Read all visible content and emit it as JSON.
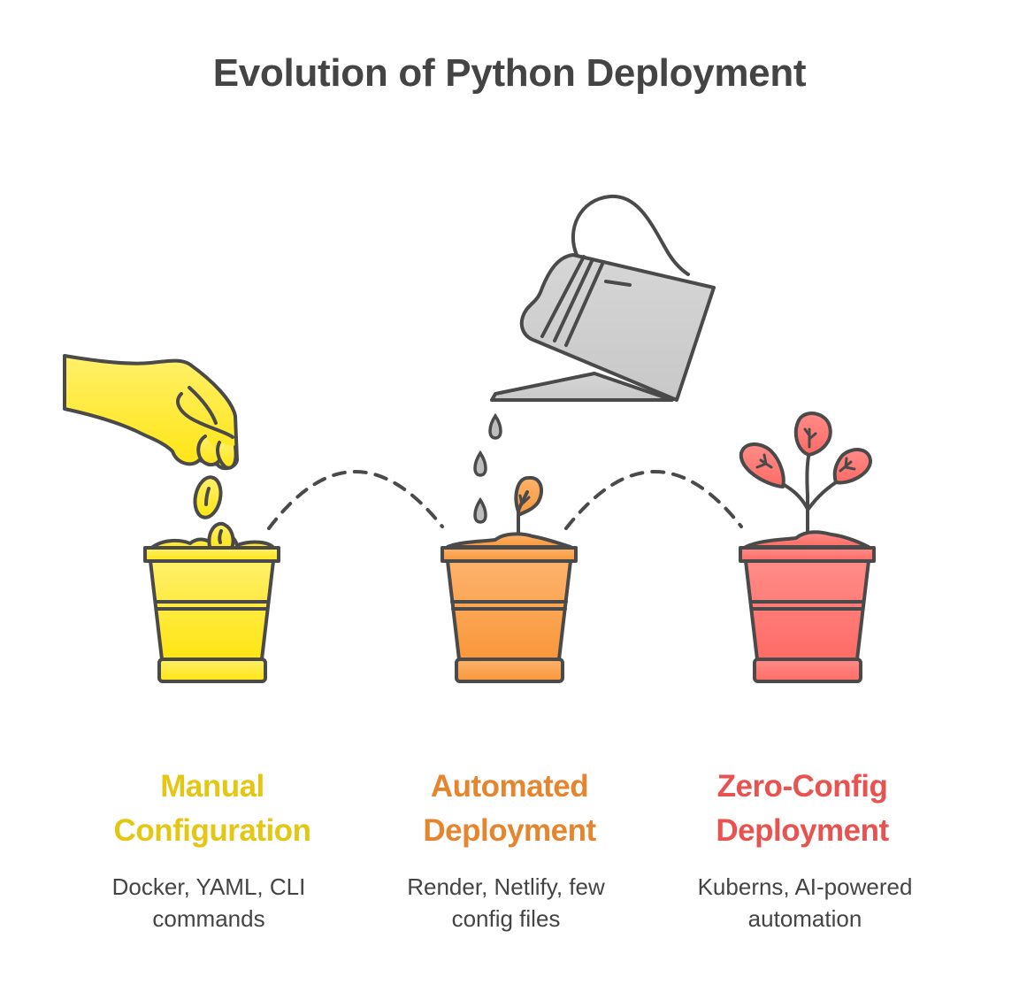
{
  "title": "Evolution of Python Deployment",
  "stages": [
    {
      "title_line1": "Manual",
      "title_line2": "Configuration",
      "desc_line1": "Docker, YAML, CLI",
      "desc_line2": "commands",
      "color": "#E3C714",
      "illustration": "hand-dropping-seeds-into-pot"
    },
    {
      "title_line1": "Automated",
      "title_line2": "Deployment",
      "desc_line1": "Render, Netlify, few",
      "desc_line2": "config files",
      "color": "#E5852F",
      "illustration": "watering-can-over-sprout-pot"
    },
    {
      "title_line1": "Zero-Config",
      "title_line2": "Deployment",
      "desc_line1": "Kuberns, AI-powered",
      "desc_line2": "automation",
      "color": "#E8534F",
      "illustration": "grown-plant-in-pot"
    }
  ],
  "colors": {
    "outline": "#4a4a4a",
    "yellow_fill": "#FFEB2E",
    "orange_fill": "#FCA55A",
    "red_fill": "#FF7B77",
    "can_fill": "#CFCFCF"
  }
}
